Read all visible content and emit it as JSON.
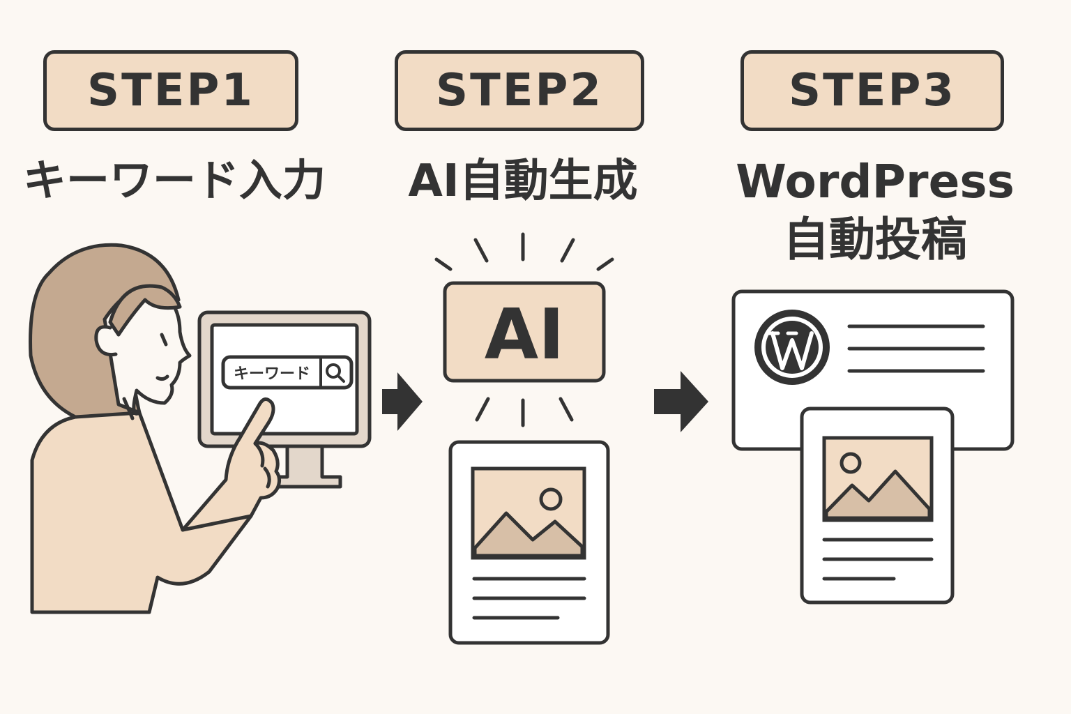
{
  "steps": [
    {
      "badge": "STEP1",
      "title": [
        "キーワード入力"
      ]
    },
    {
      "badge": "STEP2",
      "title": [
        "AI自動生成"
      ]
    },
    {
      "badge": "STEP3",
      "title": [
        "WordPress",
        "自動投稿"
      ]
    }
  ],
  "step1": {
    "search_box_text": "キーワード",
    "icon": "search-icon"
  },
  "step2": {
    "ai_label": "AI",
    "icon": "image-icon"
  },
  "step3": {
    "icon": "wordpress-logo"
  },
  "colors": {
    "background": "#fcf8f3",
    "accent": "#f2dcc5",
    "ink": "#333333",
    "hair": "#c4a990",
    "image_fill": "#d7bfa7"
  }
}
